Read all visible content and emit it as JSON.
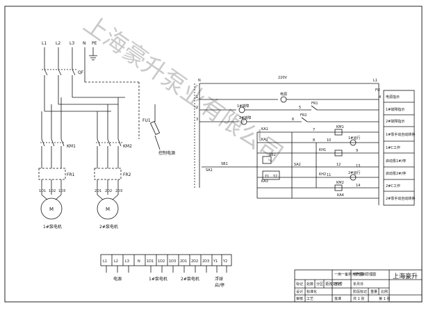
{
  "power": {
    "phases": [
      "L1",
      "L2",
      "L3",
      "N",
      "PE"
    ],
    "main_breaker": "QF",
    "fuse": "FU1",
    "fuse_label": "控制电源",
    "fuse2": "FU"
  },
  "motors": {
    "m1": {
      "contactor": "KM1",
      "relay": "FR1",
      "terminals": [
        "1D1",
        "1D2",
        "1D3"
      ],
      "symbol": "M",
      "label": "1#泵电机"
    },
    "m2": {
      "contactor": "KM2",
      "relay": "FR2",
      "terminals": [
        "2D1",
        "2D2",
        "2D3"
      ],
      "symbol": "M",
      "label": "2#泵电机"
    }
  },
  "control": {
    "voltage": "220V",
    "n_label": "N",
    "l_label": "L1",
    "lamps": [
      "电源",
      "1#故障",
      "2#故障",
      "1#运行",
      "2#运行"
    ],
    "components": [
      "FR1",
      "FR2",
      "KA1",
      "KA2",
      "KA3",
      "KA4",
      "KH1",
      "KH2",
      "KM1",
      "KM2",
      "SB1",
      "SB2",
      "SA1",
      "SA2",
      "Y1",
      "Y2"
    ],
    "wire_numbers": [
      "1",
      "2",
      "3",
      "4",
      "5",
      "6",
      "7",
      "8",
      "9",
      "10",
      "11",
      "12",
      "13",
      "14"
    ],
    "legend": [
      "电源指示",
      "1#故障指示",
      "2#故障指示",
      "1#泵手动自动转换",
      "1#C工作",
      "启动泵1#/停",
      "启动泵2#/停",
      "2#C工作",
      "2#泵手动自动转换"
    ]
  },
  "terminal_block": {
    "cells": [
      "L1",
      "L2",
      "L3",
      "N",
      "1D1",
      "1D2",
      "1D3",
      "2D1",
      "2D2",
      "2D3",
      "Y1",
      "Y2"
    ],
    "groups": [
      "电源",
      "1#泵电机",
      "2#泵电机",
      "浮球",
      "启/停"
    ]
  },
  "title_block": {
    "company": "上海豪升",
    "drawing_name": "一用一备排污泵控制原理图",
    "sheet": "电气图",
    "rows": [
      [
        "标记",
        "处数",
        "分区",
        "更改文件号",
        "签名",
        "年月日"
      ],
      [
        "设计",
        "标准化",
        "阶段标记",
        "重量",
        "比例"
      ],
      [
        "审核"
      ],
      [
        "工艺",
        "批准",
        "共 1 张",
        "第 1 张"
      ]
    ]
  },
  "watermark": "上海豪升泵业有限公司"
}
